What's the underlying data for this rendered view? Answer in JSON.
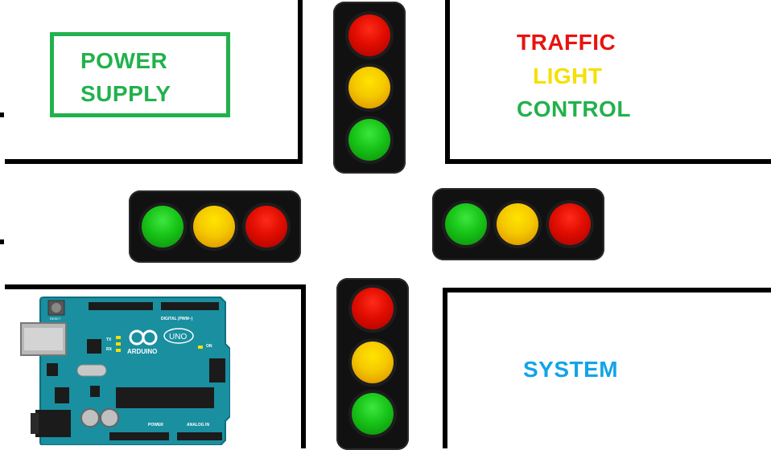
{
  "power_supply": {
    "line1": "POWER",
    "line2": "SUPPLY"
  },
  "title": {
    "line1": "TRAFFIC",
    "line2": "LIGHT",
    "line3": "CONTROL",
    "line4": "SYSTEM"
  },
  "board": {
    "brand": "ARDUINO",
    "model": "UNO",
    "digital_label": "DIGITAL (PWM~)",
    "power_label": "POWER",
    "analog_label": "ANALOG IN",
    "on_label": "ON",
    "tx_label": "TX",
    "rx_label": "RX",
    "reset_label": "RESET"
  },
  "colors": {
    "red": "#e8130e",
    "yellow": "#f5e000",
    "green": "#22b14c",
    "blue": "#12a4e8",
    "board": "#1a8fa0"
  },
  "signals": {
    "north": [
      "red",
      "yellow",
      "green"
    ],
    "south": [
      "red",
      "yellow",
      "green"
    ],
    "west": [
      "green",
      "yellow",
      "red"
    ],
    "east": [
      "green",
      "yellow",
      "red"
    ]
  }
}
